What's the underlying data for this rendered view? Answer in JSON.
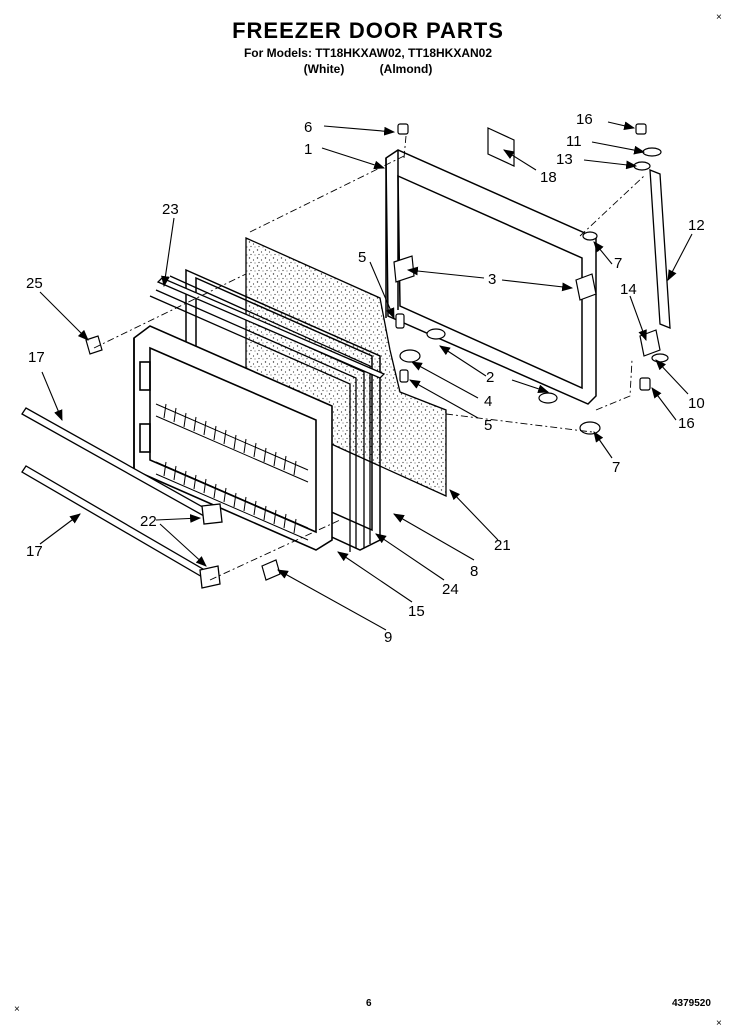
{
  "header": {
    "title": "FREEZER DOOR PARTS",
    "models": "For Models: TT18HKXAW02, TT18HKXAN02",
    "variant_white": "(White)",
    "variant_almond": "(Almond)"
  },
  "footer": {
    "page_number": "6",
    "doc_number": "4379520"
  },
  "corner_marks": {
    "top_right": "×",
    "bottom_left": "×",
    "bottom_right": "×"
  },
  "callouts": [
    "1",
    "2",
    "3",
    "4",
    "5",
    "5",
    "6",
    "7",
    "7",
    "8",
    "9",
    "10",
    "11",
    "12",
    "13",
    "14",
    "15",
    "16",
    "16",
    "17",
    "17",
    "18",
    "21",
    "22",
    "23",
    "24",
    "25"
  ]
}
